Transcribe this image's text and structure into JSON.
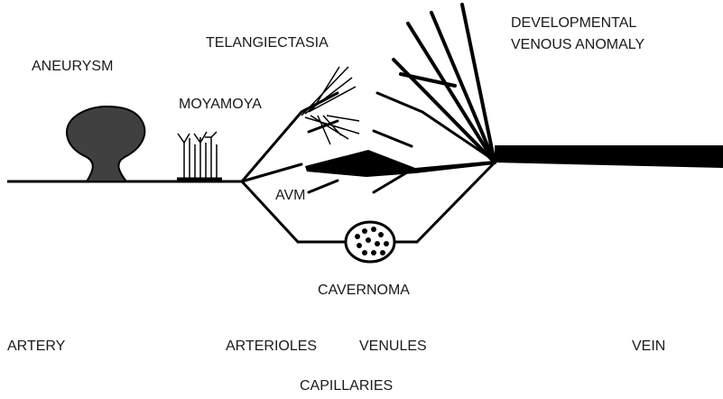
{
  "diagram": {
    "labels": {
      "aneurysm": "ANEURYSM",
      "telangiectasia": "TELANGIECTASIA",
      "moyamoya": "MOYAMOYA",
      "avm": "AVM",
      "cavernoma": "CAVERNOMA",
      "dva_line1": "DEVELOPMENTAL",
      "dva_line2": "VENOUS ANOMALY"
    },
    "vessel_labels": {
      "artery": "ARTERY",
      "arterioles": "ARTERIOLES",
      "venules": "VENULES",
      "vein": "VEIN",
      "capillaries": "CAPILLARIES"
    },
    "colors": {
      "ink": "#000000",
      "aneurysm_fill": "#404040",
      "text": "#1a1a1a"
    }
  }
}
